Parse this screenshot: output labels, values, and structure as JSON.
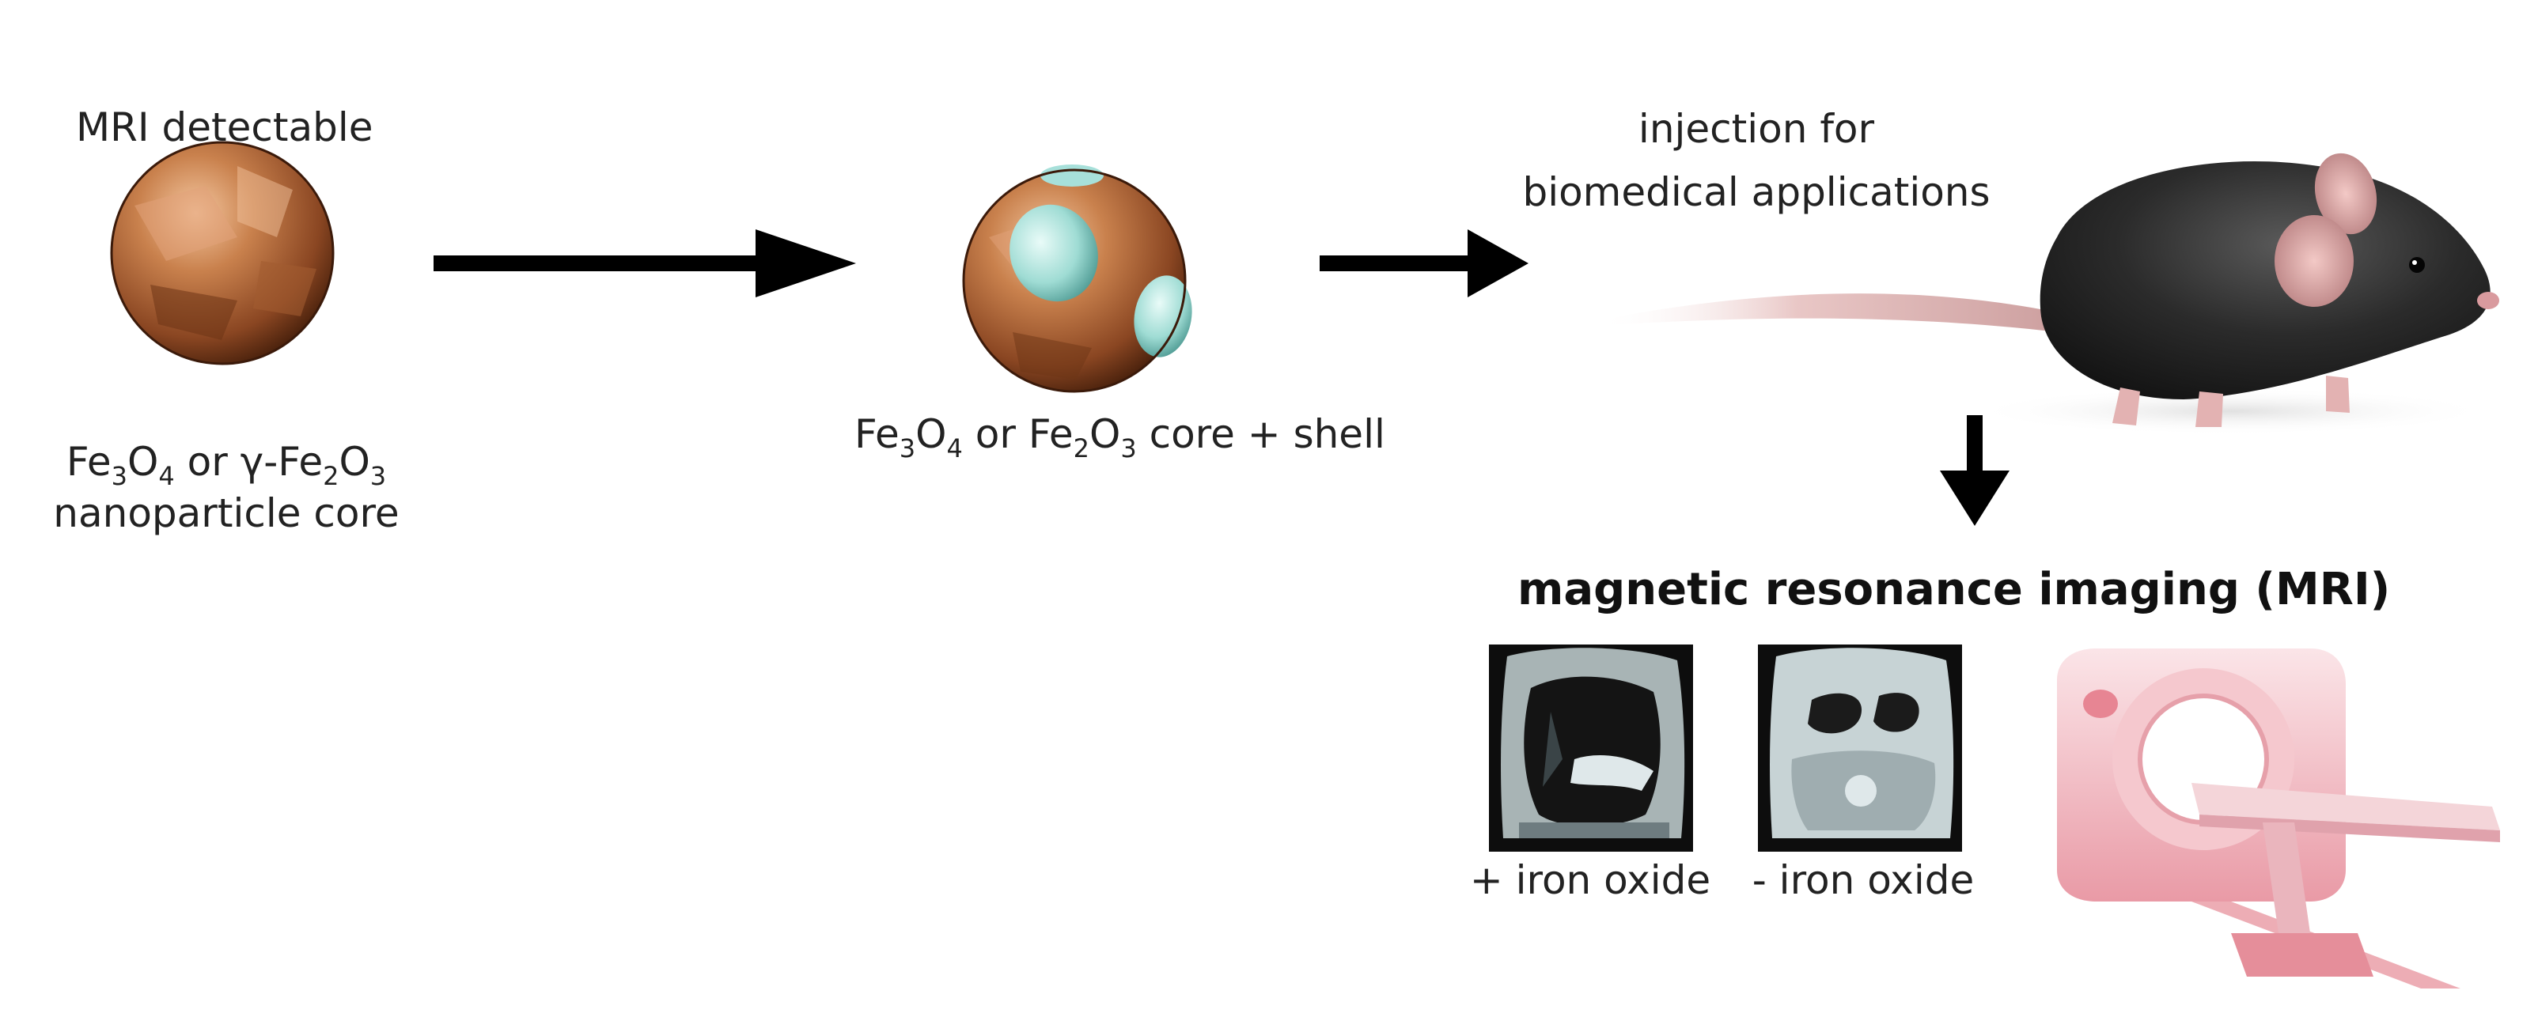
{
  "step1": {
    "top_label": "MRI detectable",
    "formula_line": {
      "a_base": "Fe",
      "a_sub1": "3",
      "a_mid": "O",
      "a_sub2": "4",
      "joiner": " or ",
      "b_base": "γ-Fe",
      "b_sub1": "2",
      "b_mid": "O",
      "b_sub2": "3"
    },
    "bottom_label": "nanoparticle core"
  },
  "step2": {
    "formula_line": {
      "a_base": "Fe",
      "a_sub1": "3",
      "a_mid": "O",
      "a_sub2": "4",
      "joiner": " or ",
      "b_base": "Fe",
      "b_sub1": "2",
      "b_mid": "O",
      "b_sub2": "3",
      "tail": " core + shell"
    }
  },
  "step3": {
    "label_line1": "injection for",
    "label_line2": "biomedical applications"
  },
  "step4": {
    "title": "magnetic resonance imaging (MRI)",
    "scan_with_label": "+ iron oxide",
    "scan_without_label": "- iron oxide"
  },
  "colors": {
    "arrow": "#000000",
    "particle_copper": "#b86a3c",
    "shell_cyan": "#8fd6cf",
    "mouse_body": "#2a2a2a",
    "mouse_pink": "#e8b3b3",
    "scanner_pink": "#f3b8c0"
  }
}
